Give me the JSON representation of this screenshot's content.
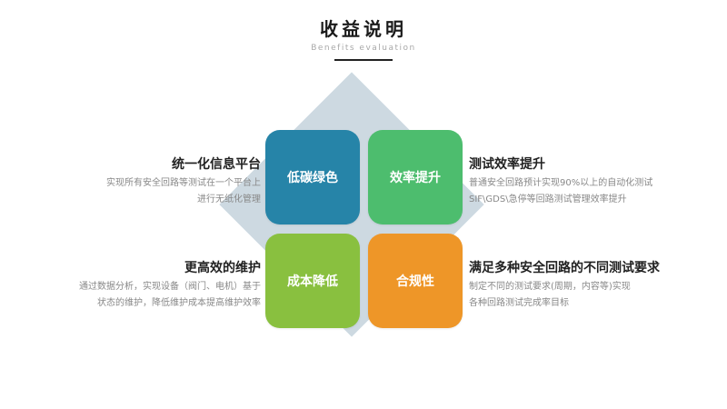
{
  "header": {
    "title": "收益说明",
    "subtitle": "Benefits evaluation"
  },
  "tiles": [
    {
      "label": "低碳绿色",
      "color": "#2684a8"
    },
    {
      "label": "效率提升",
      "color": "#4dbd6e"
    },
    {
      "label": "成本降低",
      "color": "#89c03f"
    },
    {
      "label": "合规性",
      "color": "#ee9628"
    }
  ],
  "diamond_color": "#cdd9e1",
  "benefits": {
    "top_left": {
      "title": "统一化信息平台",
      "lines": [
        "实现所有安全回路等测试在一个平台上",
        "进行无纸化管理"
      ]
    },
    "top_right": {
      "title": "测试效率提升",
      "lines": [
        "普通安全回路预计实现90%以上的自动化测试",
        "SIF\\GDS\\急停等回路测试管理效率提升"
      ]
    },
    "bottom_left": {
      "title": "更高效的维护",
      "lines": [
        "通过数据分析，实现设备（阀门、电机）基于",
        "状态的维护，降低维护成本提高维护效率"
      ]
    },
    "bottom_right": {
      "title": "满足多种安全回路的不同测试要求",
      "lines": [
        "制定不同的测试要求(周期，内容等)实现",
        "各种回路测试完成率目标"
      ]
    }
  }
}
